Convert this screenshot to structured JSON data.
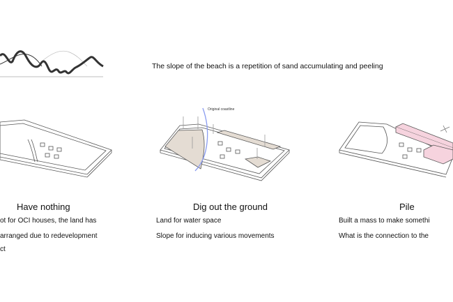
{
  "intro": "The slope of the beach is a repetition of sand accumulating and peeling",
  "panels": [
    {
      "title": "Have nothing",
      "lines": [
        "ot for OCI houses, the land has",
        "arranged due to redevelopment",
        "ct"
      ]
    },
    {
      "title": "Dig out the ground",
      "annotation": "Original coastline",
      "lines": [
        "Land for water space",
        "Slope for inducing various movements"
      ]
    },
    {
      "title": "Pile",
      "lines": [
        "Built a mass to make somethi",
        "What is the connection to the"
      ]
    }
  ],
  "colors": {
    "dug": "#e4dcd3",
    "mass": "#f6d3de",
    "coastline": "#8a9cf0",
    "line": "#555555"
  }
}
